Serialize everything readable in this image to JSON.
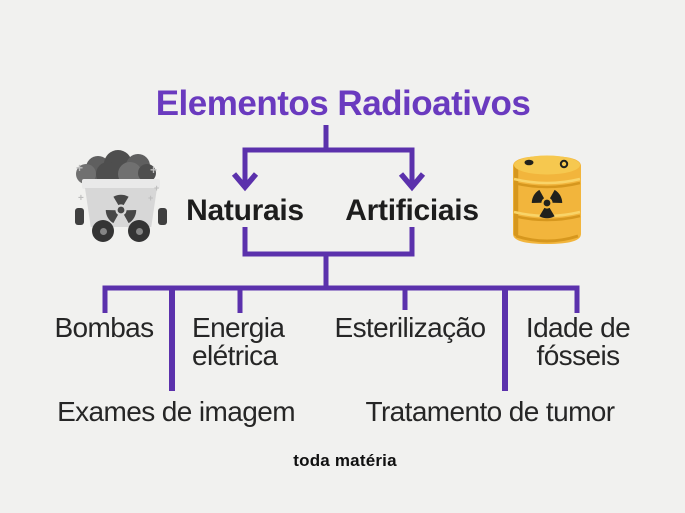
{
  "colors": {
    "bg": "#f1f1ef",
    "title_purple": "#6a3abf",
    "line_purple": "#5b31ac",
    "heading_black": "#1d1d1d",
    "leaf_text": "#262626",
    "logo_black": "#101010",
    "cart_body": "#d7d7d7",
    "cart_rim": "#e9e9e9",
    "cart_dark": "#3f3f3f",
    "coal_1": "#4e4e4e",
    "coal_2": "#5f5f5f",
    "coal_3": "#707070",
    "wheel": "#343434",
    "wheel_hub": "#858585",
    "sparkle": "#bdbdbd",
    "trefoil_gray": "#474747",
    "barrel_body": "#f2b53c",
    "barrel_lid": "#f6c84f",
    "barrel_line": "#d6971e",
    "barrel_highlight": "#f9d468",
    "barrel_black": "#21211c"
  },
  "diagram": {
    "title": "Elementos Radioativos",
    "branches": {
      "left": "Naturais",
      "right": "Artificiais"
    },
    "leaves": {
      "bombas": "Bombas",
      "energia_line1": "Energia",
      "energia_line2": "elétrica",
      "esterilizacao": "Esterilização",
      "idade_line1": "Idade de",
      "idade_line2": "fósseis",
      "exames": "Exames de imagem",
      "tratamento": "Tratamento de tumor"
    },
    "icons": {
      "left": "mine-cart-with-radioactive-ore",
      "right": "radioactive-waste-barrel"
    },
    "sparkle_glyph": "+"
  },
  "footer": {
    "logo": "toda matéria"
  }
}
